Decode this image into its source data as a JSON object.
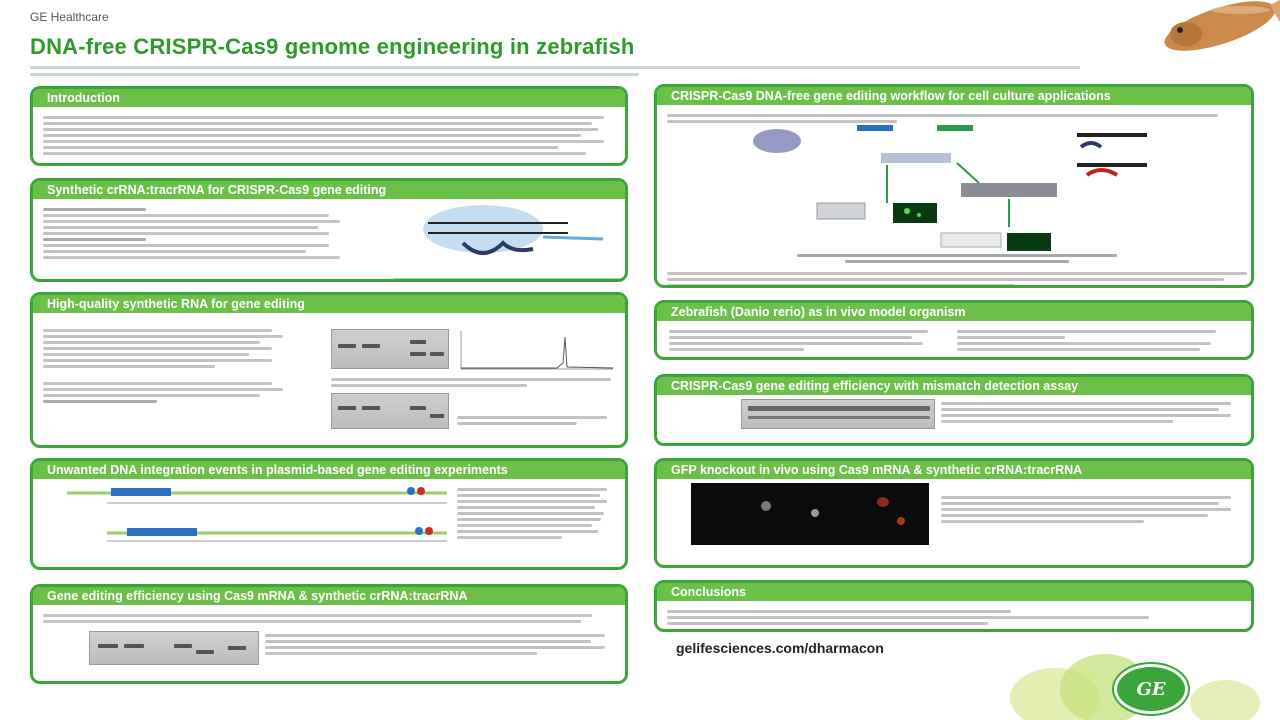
{
  "header": {
    "brand": "GE Healthcare",
    "title": "DNA-free CRISPR-Cas9 genome engineering in zebrafish"
  },
  "panels": {
    "introduction": "Introduction",
    "synthetic": "Synthetic crRNA:tracrRNA for CRISPR-Cas9 gene editing",
    "highquality": "High-quality synthetic RNA for gene editing",
    "unwanted": "Unwanted DNA integration events in plasmid-based gene editing experiments",
    "efficiency": "Gene editing efficiency using Cas9 mRNA & synthetic crRNA:tracrRNA",
    "workflow": "CRISPR-Cas9 DNA-free gene editing workflow for cell culture applications",
    "zebrafish": "Zebrafish (Danio rerio) as in vivo model organism",
    "mismatch": "CRISPR-Cas9 gene editing efficiency with mismatch detection assay",
    "gfp": "GFP knockout in vivo using Cas9 mRNA & synthetic crRNA:tracrRNA",
    "conclusions": "Conclusions"
  },
  "footer": {
    "url": "gelifesciences.com/dharmacon",
    "logo": "GE"
  },
  "colors": {
    "title_green": "#2e9a2e",
    "panel_border": "#3aa63a",
    "panel_header": "#6cc04a"
  }
}
